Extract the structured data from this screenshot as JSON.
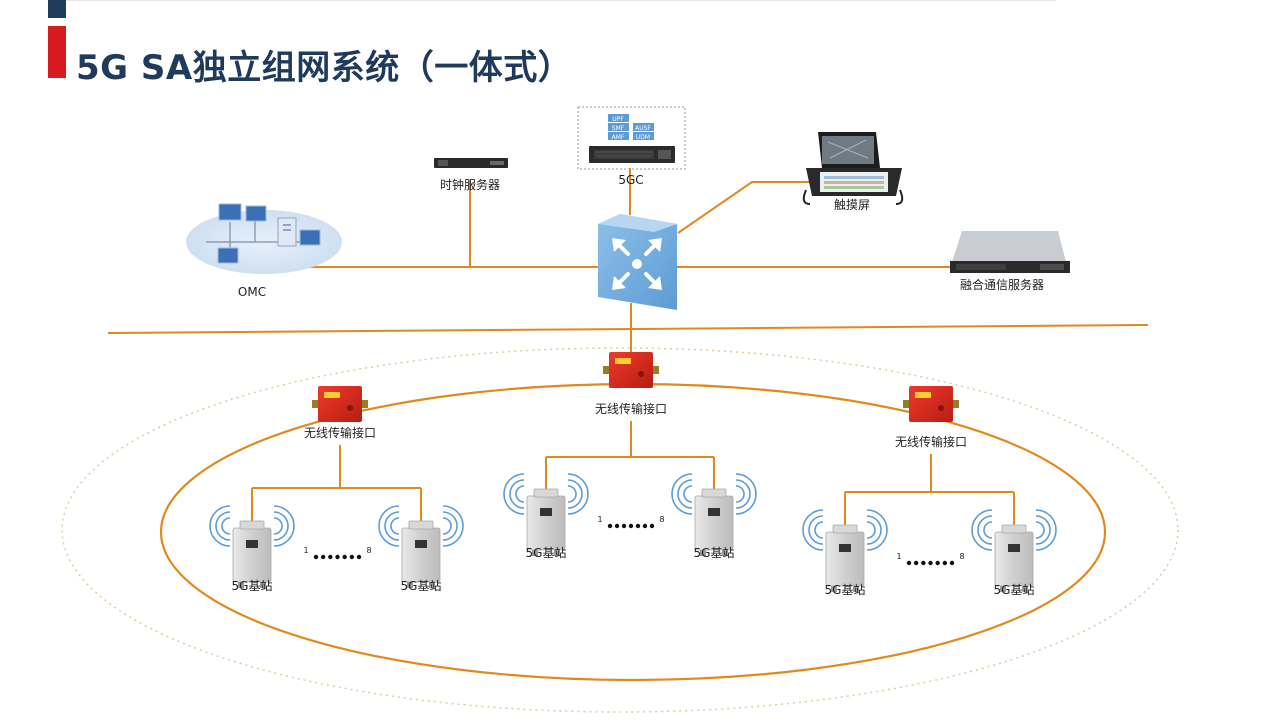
{
  "header": {
    "title": "5G SA独立组网系统（一体式）"
  },
  "core": {
    "omc_label": "OMC",
    "clock_server_label": "时钟服务器",
    "core_network_label": "5GC",
    "core_modules": [
      "UPF",
      "SMF",
      "AUSF",
      "AMF",
      "UDM"
    ],
    "touch_screen_label": "触摸屏",
    "converged_server_label": "融合通信服务器"
  },
  "access": {
    "interface_label": "无线传输接口",
    "base_station_label": "5G基站",
    "range_start": "1",
    "range_end": "8"
  },
  "colors": {
    "title": "#1f3a5a",
    "accent_red": "#d71920",
    "accent_navy": "#1f3a5a",
    "link_orange": "#e08a1e",
    "switch_blue": "#6fa8dc",
    "interface_red": "#d9281c"
  }
}
